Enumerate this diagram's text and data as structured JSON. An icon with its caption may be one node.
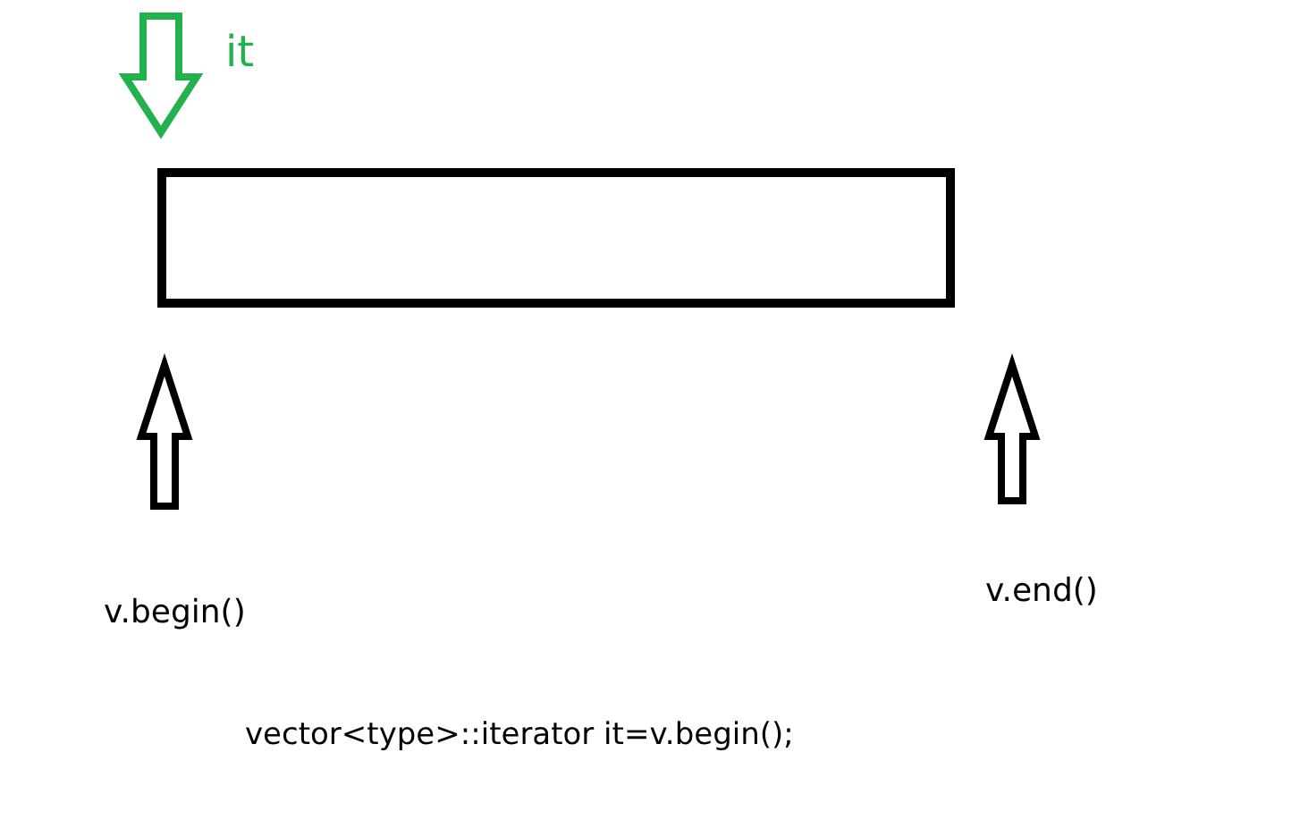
{
  "diagram": {
    "nodes": [
      {
        "text": [],
        "shape": "box"
      },
      {
        "text": [
          "it"
        ]
      },
      {
        "text": [
          "v.begin()"
        ]
      },
      {
        "text": [
          "v.end()"
        ]
      }
    ],
    "edges": [
      {
        "from": 1,
        "to": 0,
        "arrow": "to",
        "color": "#22b14c"
      },
      {
        "from": 2,
        "to": 0,
        "arrow": "to"
      },
      {
        "from": 3,
        "to": 0,
        "arrow": "to"
      }
    ],
    "labels": [
      "vector<type>::iterator it=v.begin();"
    ]
  }
}
